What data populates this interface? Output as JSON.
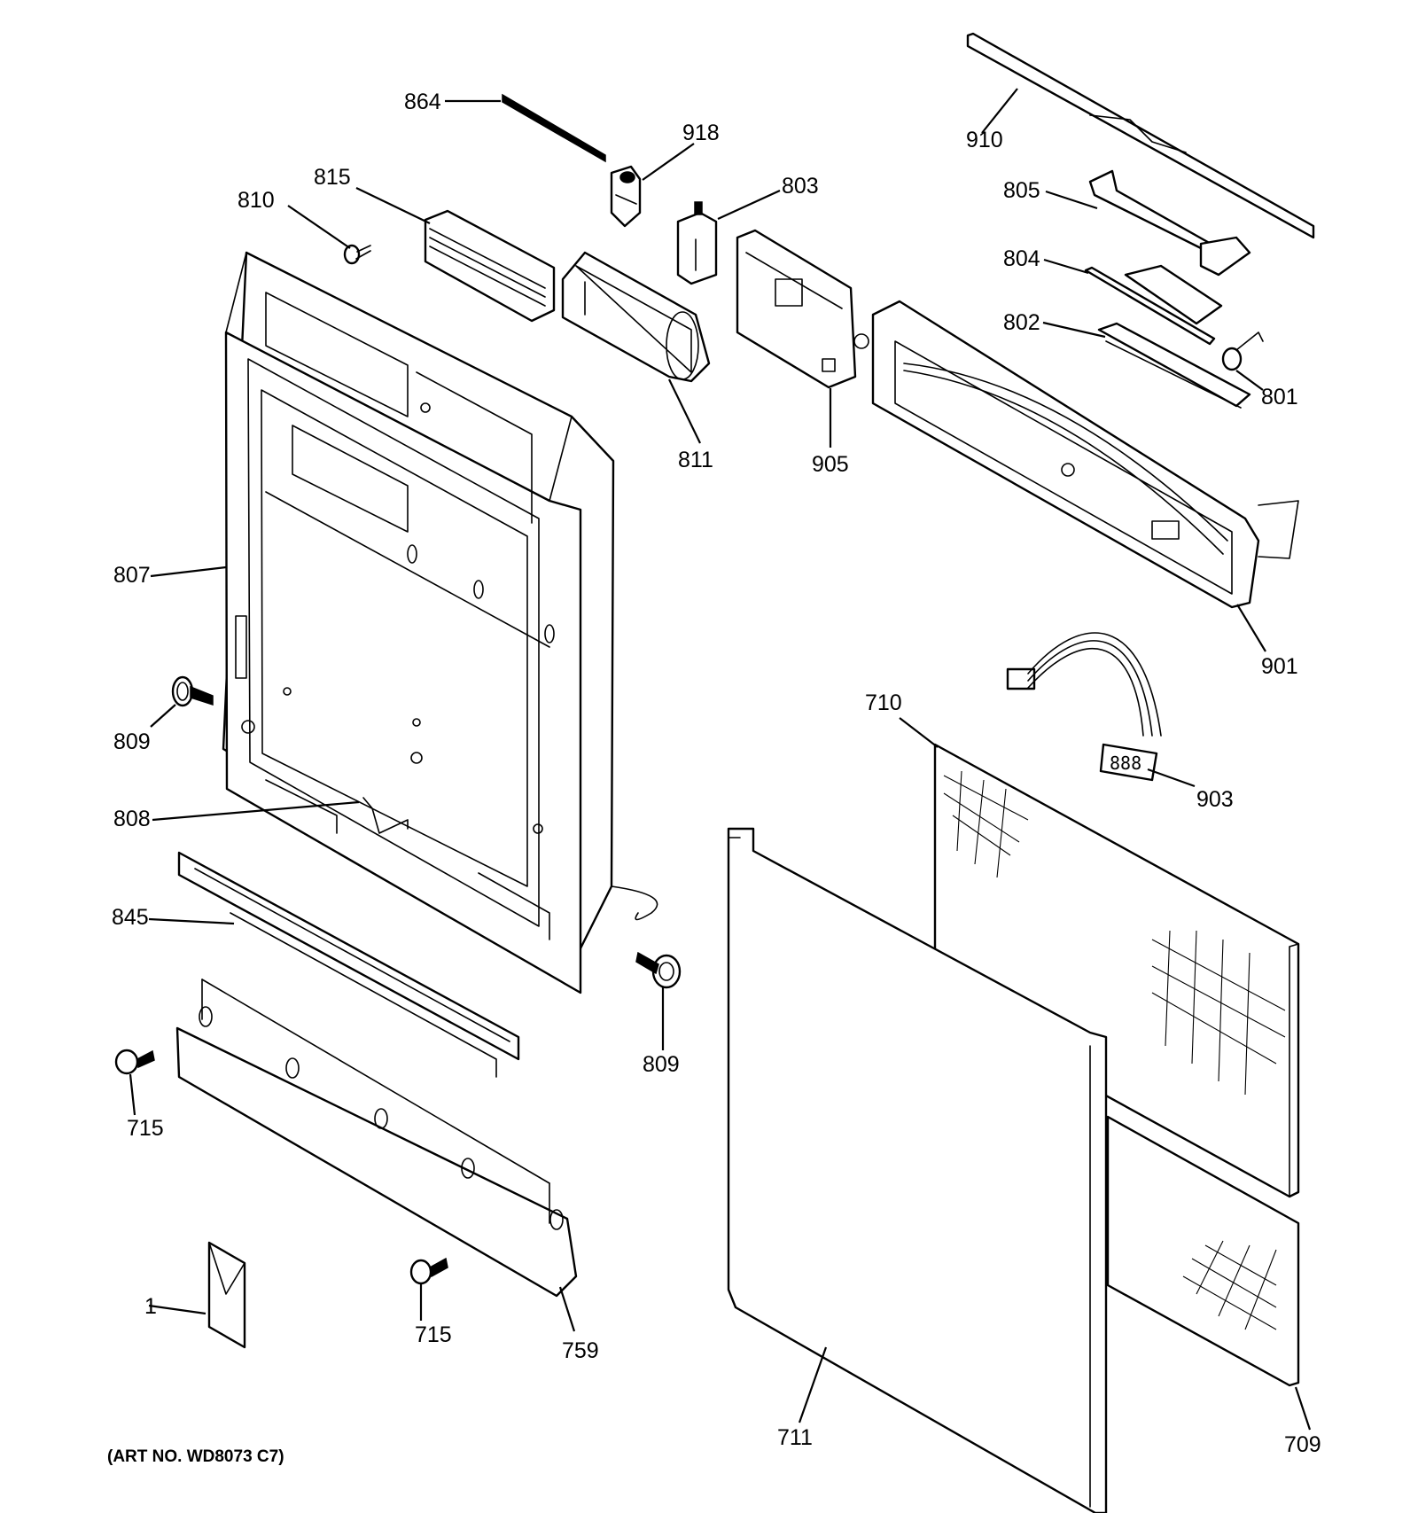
{
  "art_number": "(ART NO. WD8073 C7)",
  "callouts": {
    "c864": "864",
    "c918": "918",
    "c910": "910",
    "c815": "815",
    "c810": "810",
    "c803": "803",
    "c805": "805",
    "c804": "804",
    "c802": "802",
    "c801": "801",
    "c811": "811",
    "c905": "905",
    "c807": "807",
    "c901": "901",
    "c710": "710",
    "c809a": "809",
    "c903": "903",
    "c808": "808",
    "c845": "845",
    "c809b": "809",
    "c715a": "715",
    "c1": "1",
    "c715b": "715",
    "c759": "759",
    "c711": "711",
    "c709": "709"
  }
}
